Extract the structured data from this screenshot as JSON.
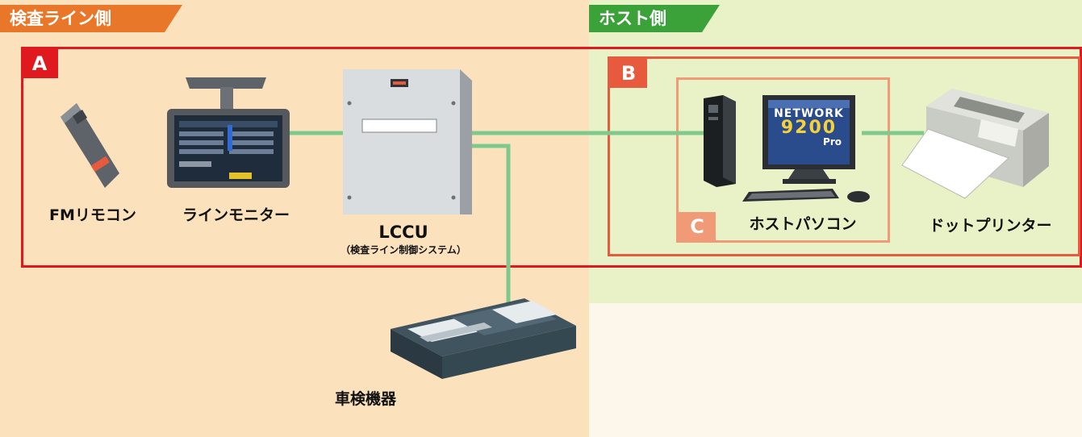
{
  "sections": {
    "inspection_side": "検査ライン側",
    "host_side": "ホスト側"
  },
  "groups": {
    "a": "A",
    "b": "B",
    "c": "C"
  },
  "devices": {
    "fm_remote": "FMリモコン",
    "line_monitor": "ラインモニター",
    "lccu": "LCCU",
    "lccu_sub": "（検査ライン制御システム）",
    "host_pc": "ホストパソコン",
    "dot_printer": "ドットプリンター",
    "inspection_equipment": "車検機器"
  },
  "screen": {
    "brand_line1": "NETWORK",
    "brand_line2": "9200",
    "brand_line3": "Pro"
  },
  "colors": {
    "inspection_tab": "#e8772a",
    "host_tab": "#3ba23a",
    "box_a": "#e0191f",
    "box_b": "#e85a3d",
    "box_c": "#f09a78",
    "connection_line": "#7fc98d"
  }
}
